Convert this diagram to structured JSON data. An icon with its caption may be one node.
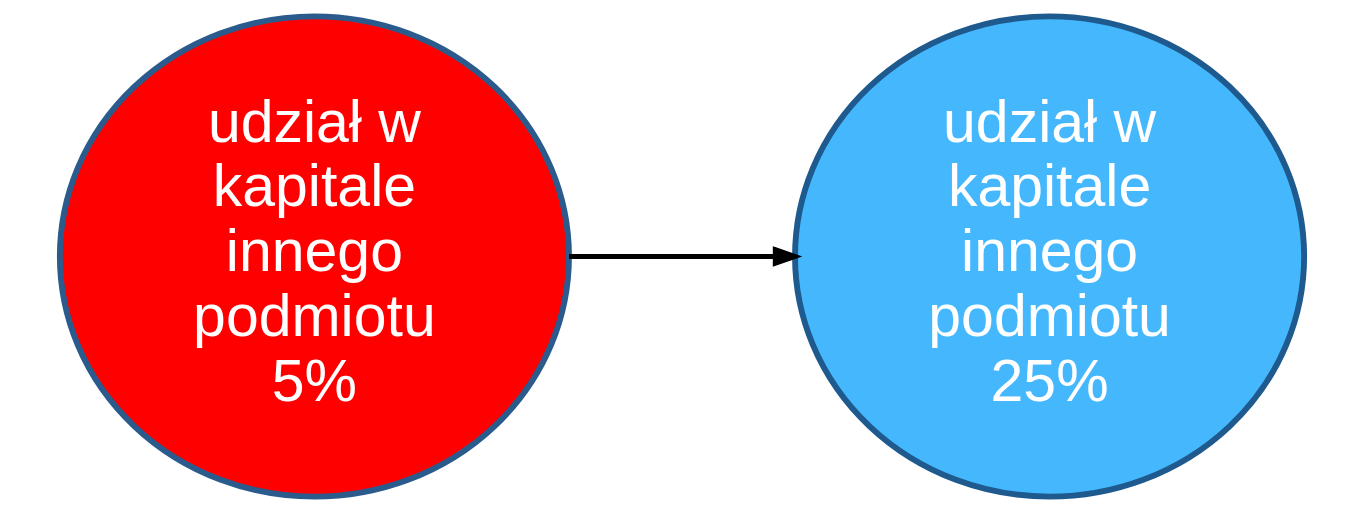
{
  "diagram": {
    "nodes": [
      {
        "text": [
          "udział w kapitale innego podmiotu 5%"
        ]
      },
      {
        "text": [
          "udział w kapitale innego podmiotu 25%"
        ]
      }
    ],
    "edges": [
      {
        "from": 0,
        "to": 1,
        "arrow": "to"
      }
    ]
  }
}
